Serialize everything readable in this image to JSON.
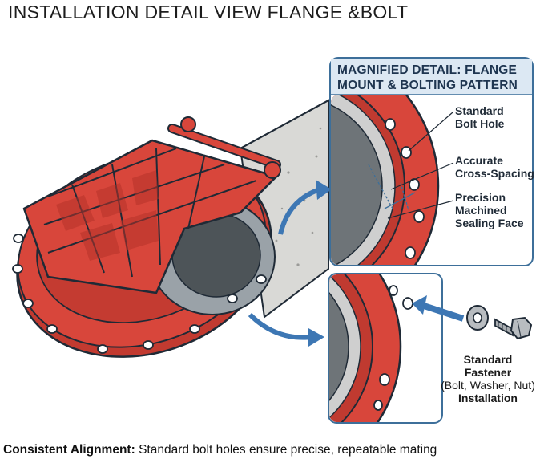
{
  "title": "INSTALLATION DETAIL VIEW FLANGE &BOLT",
  "detail": {
    "heading_line1": "MAGNIFIED DETAIL: FLANGE",
    "heading_line2": "MOUNT & BOLTING PATTERN",
    "callouts": [
      {
        "line1": "Standard",
        "line2": "Bolt Hole"
      },
      {
        "line1": "Accurate",
        "line2": "Cross-Spacing"
      },
      {
        "line1": "Precision",
        "line2": "Machined",
        "line3": "Sealing Face"
      }
    ]
  },
  "fastener": {
    "line1": "Standard",
    "line2": "Fastener",
    "line3": "(Bolt, Washer, Nut)",
    "line4": "Installation"
  },
  "footer": {
    "emphasis": "Consistent Alignment:",
    "text": " Standard bolt holes ensure precise, repeatable mating"
  },
  "colors": {
    "flange_red": "#d8463b",
    "outline": "#1f2a36",
    "concrete": "#d9d9d6",
    "panel_border": "#3d6f9a",
    "panel_header_bg": "#dce8f3",
    "arrow_blue": "#3d77b4"
  }
}
